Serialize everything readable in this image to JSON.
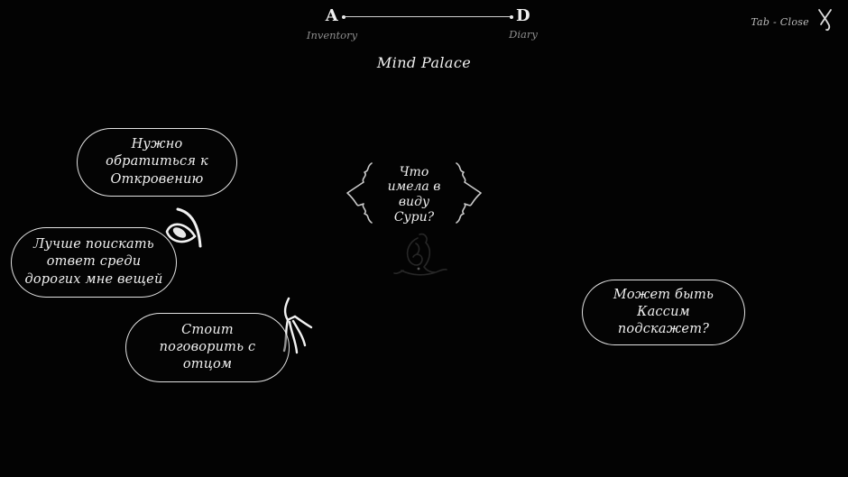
{
  "topbar": {
    "left_key": "A",
    "left_label": "Inventory",
    "right_key": "D",
    "right_label": "Diary",
    "close_hint": "Tab - Close"
  },
  "title": "Mind Palace",
  "center_thought": {
    "text": "Что\nимела в\nвиду\nСури?"
  },
  "thoughts": [
    {
      "label": "Нужно обратиться к\nОткровению"
    },
    {
      "label": "Лучше поискать\nответ среди\nдорогих мне вещей"
    },
    {
      "label": "Стоит поговорить с\nотцом"
    },
    {
      "label": "Может быть Кассим\nподскажет?"
    }
  ],
  "icons": {
    "close": "crossed-ribbon-x-icon",
    "left_brace": "ornate-left-brace-icon",
    "right_brace": "ornate-right-brace-icon",
    "eye": "eye-sketch-icon",
    "hand": "hand-sketch-icon",
    "figure": "seated-figure-sketch-icon"
  },
  "colors": {
    "background": "#030303",
    "text": "#f1f1f1",
    "muted_label": "#8d8d8d",
    "bubble_border": "#f5f5f5",
    "sketch_faint": "#2e2e2e"
  }
}
